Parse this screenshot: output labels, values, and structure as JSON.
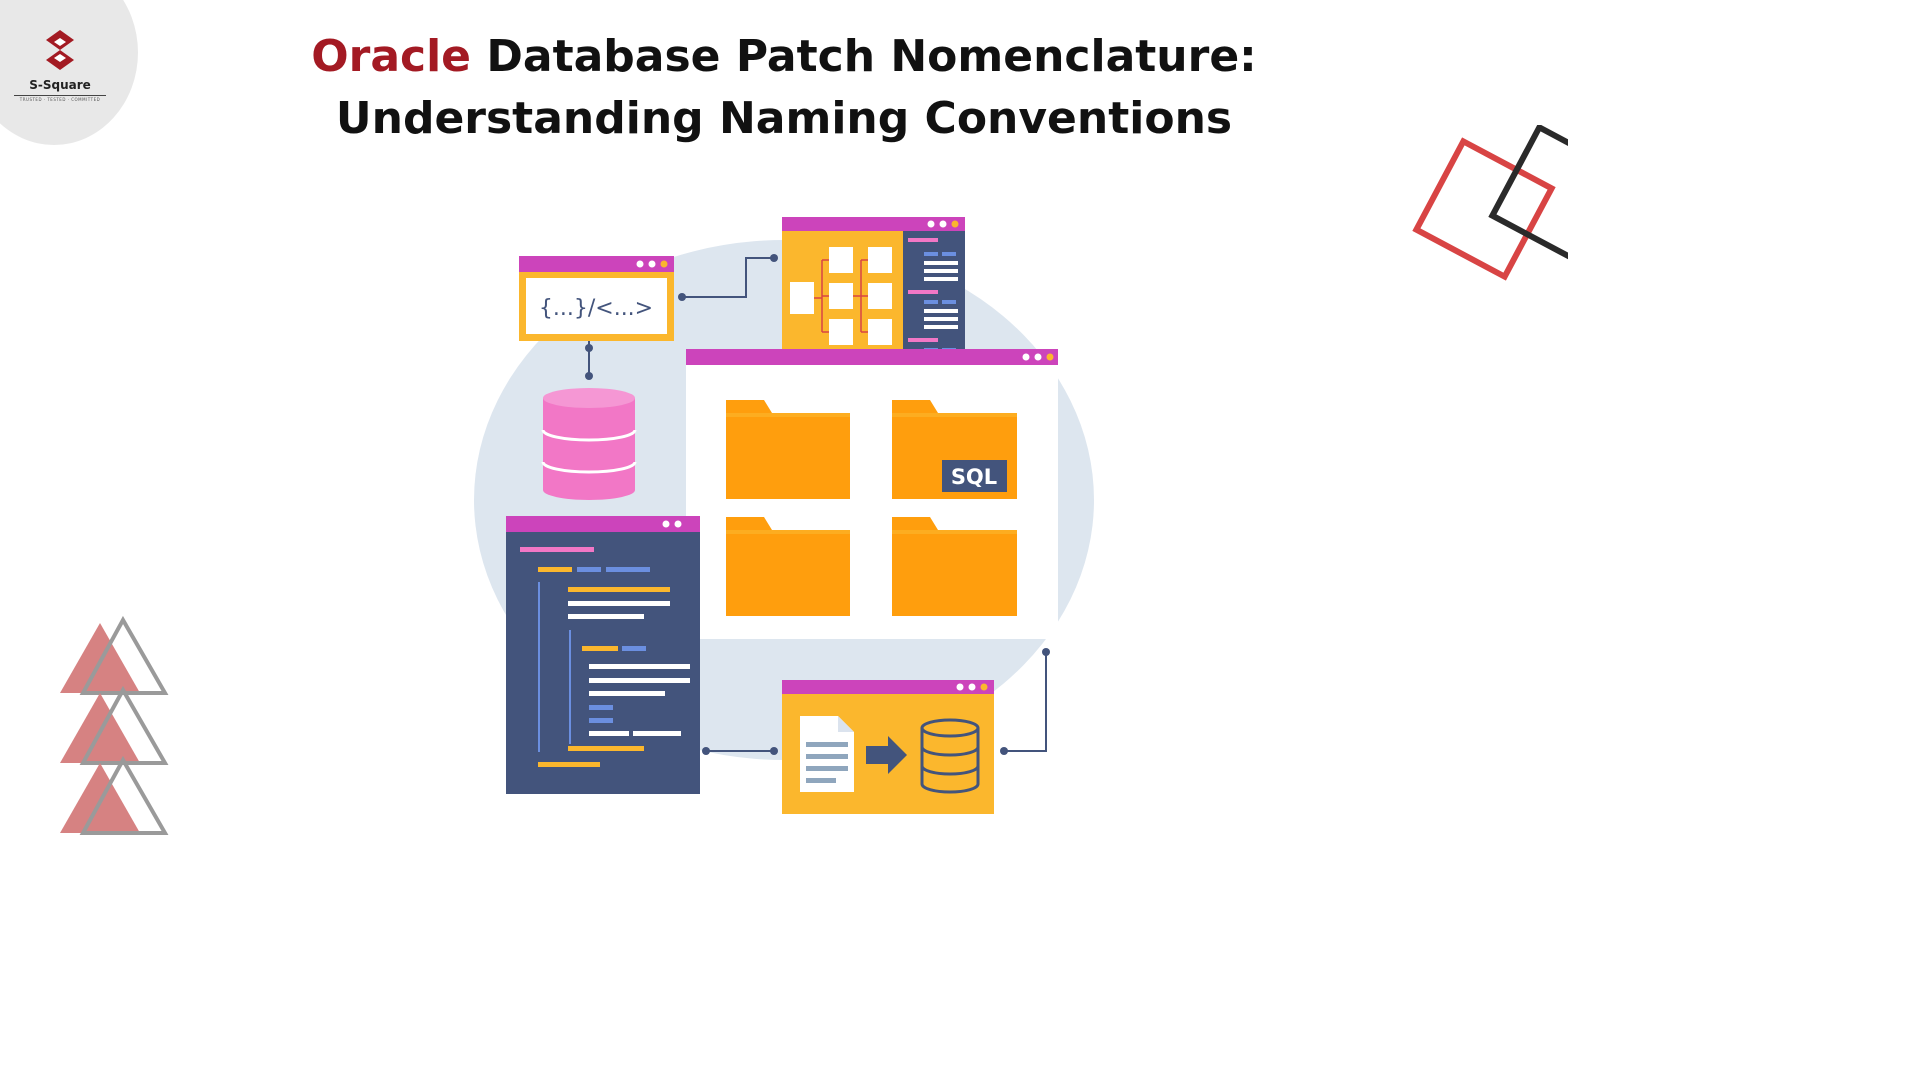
{
  "logo": {
    "name": "S-Square",
    "tagline": "TRUSTED · TESTED · COMMITTED",
    "brand_color": "#a31a23"
  },
  "title": {
    "accent": "Oracle",
    "line1_rest": "Database Patch Nomenclature:",
    "line2": "Understanding Naming Conventions",
    "accent_color": "#a31a23"
  },
  "illustration": {
    "code_window_text": "{...}/<...>",
    "sql_label": "SQL",
    "icons": [
      "code-window-icon",
      "database-icon",
      "folder-icon",
      "file-to-database-icon",
      "structure-window-icon",
      "code-editor-icon"
    ],
    "colors": {
      "window_bar": "#cc44bb",
      "window_body": "#fbb72d",
      "folder": "#ff9e0d",
      "code_bg": "#43547c",
      "database": "#f277c6",
      "backdrop": "#dde6ef"
    }
  }
}
